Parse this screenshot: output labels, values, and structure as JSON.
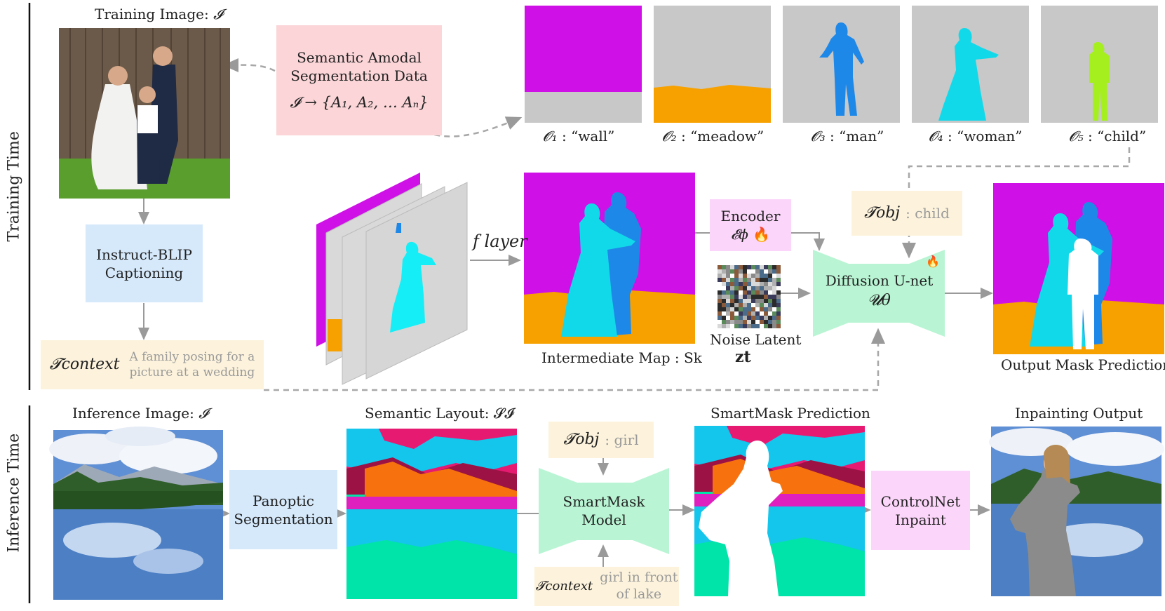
{
  "side_labels": {
    "training": "Training Time",
    "inference": "Inference Time"
  },
  "training": {
    "image_title": "Training Image: ",
    "image_symbol": "𝓘",
    "amodal_line1": "Semantic Amodal",
    "amodal_line2": "Segmentation Data",
    "amodal_formula": "𝓘 → {A₁, A₂, … Aₙ}",
    "objects": [
      {
        "sym": "𝓞₁",
        "text": ": “wall”"
      },
      {
        "sym": "𝓞₂",
        "text": ": “meadow”"
      },
      {
        "sym": "𝓞₃",
        "text": ": “man”"
      },
      {
        "sym": "𝓞₄",
        "text": ": “woman”"
      },
      {
        "sym": "𝓞₅",
        "text": ": “child”"
      }
    ],
    "captioning_line1": "Instruct-BLIP",
    "captioning_line2": "Captioning",
    "context_sym": "𝓣context",
    "context_text_line1": "A family posing for a",
    "context_text_line2": "picture at a wedding",
    "f_layer": "f layer",
    "intermediate_label": "Intermediate Map : Sk",
    "encoder_label": "Encoder",
    "encoder_sym": "𝓔ϕ",
    "noise_label": "Noise Latent",
    "noise_sym": "zt",
    "obj_sym": "𝓣obj",
    "obj_text": ": child",
    "unet_label": "Diffusion U-net",
    "unet_sym": "𝓤θ",
    "output_label": "Output Mask Prediction"
  },
  "inference": {
    "image_title": "Inference Image: ",
    "image_symbol": "𝓘",
    "panoptic_line1": "Panoptic",
    "panoptic_line2": "Segmentation",
    "layout_title": "Semantic Layout: 𝓢𝓘",
    "obj_sym": "𝓣obj",
    "obj_text": ": girl",
    "smartmask_line1": "SmartMask",
    "smartmask_line2": "Model",
    "context_sym": "𝓣context",
    "context_text_line1": "girl in front",
    "context_text_line2": "of lake",
    "prediction_title": "SmartMask Prediction",
    "controlnet_line1": "ControlNet",
    "controlnet_line2": "Inpaint",
    "output_title": "Inpainting Output"
  },
  "colors": {
    "wall": "#cf10e6",
    "meadow": "#f7a100",
    "man": "#1e88e8",
    "woman": "#12d9ea",
    "child": "#a6ef1e",
    "gray_bg": "#c8c8c8",
    "unet": "#b9f5d4"
  }
}
